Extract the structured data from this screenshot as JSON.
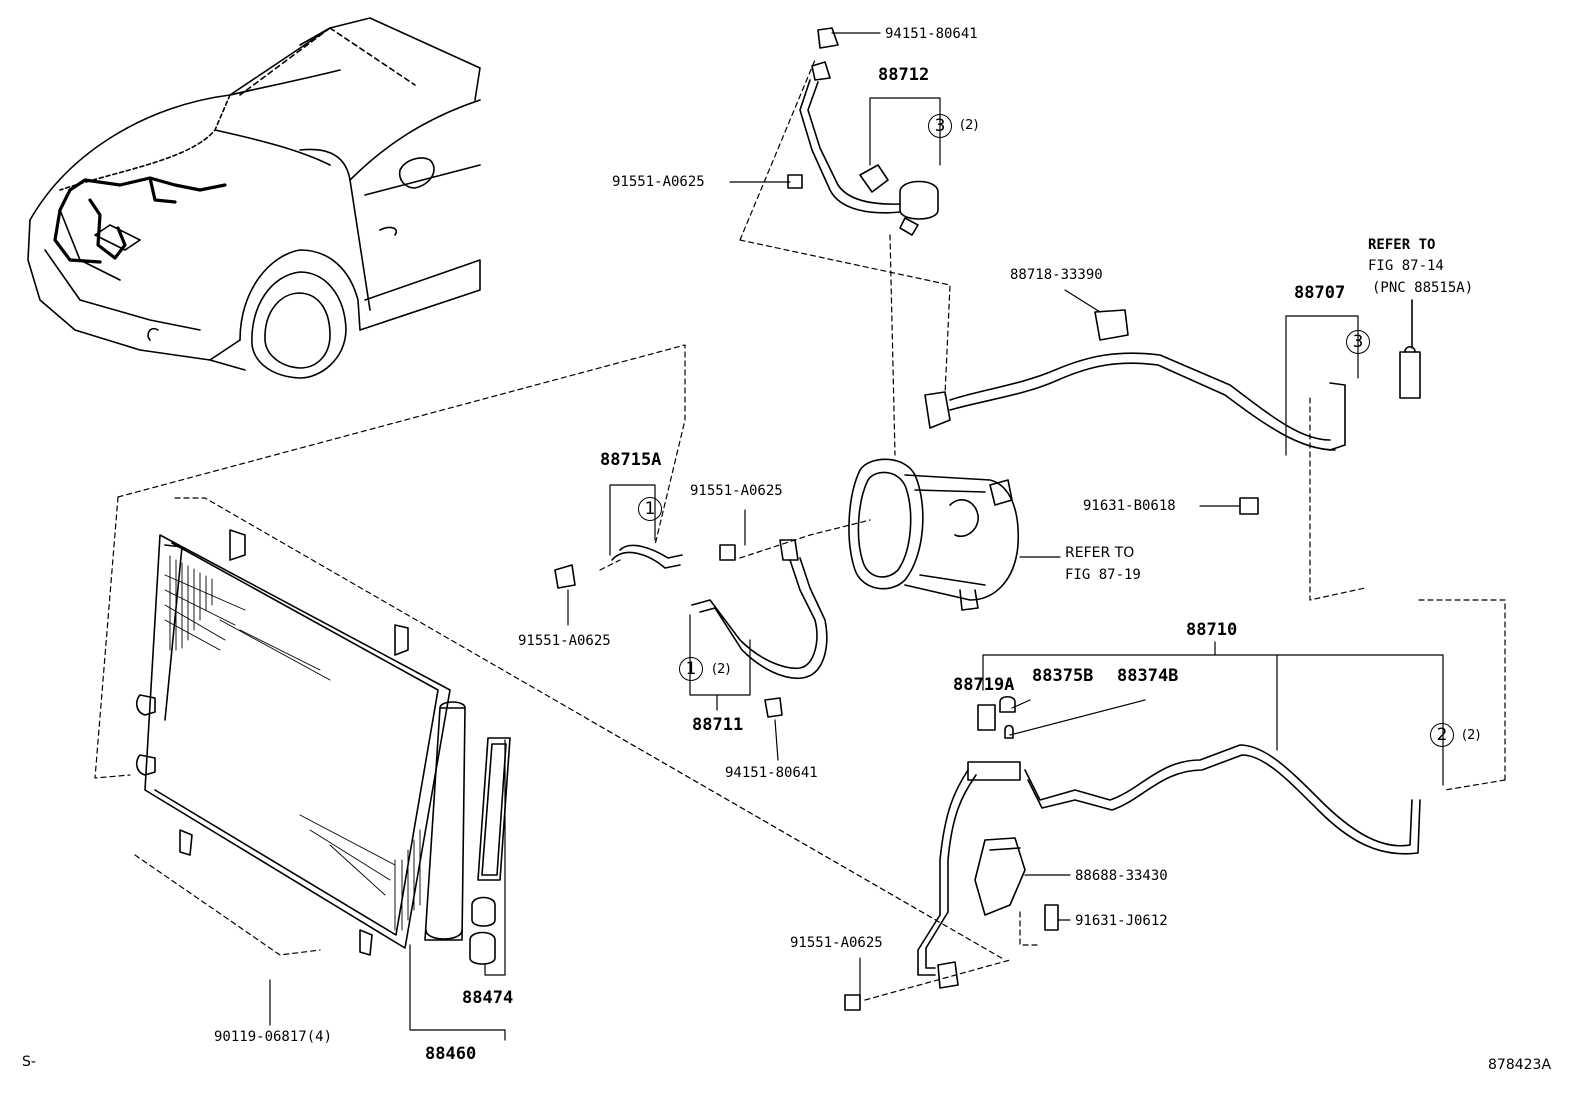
{
  "parts": {
    "p_94151_top": "94151-80641",
    "p_88712": "88712",
    "p_91551_top": "91551-A0625",
    "p_88718": "88718-33390",
    "p_88707": "88707",
    "p_88715A": "88715A",
    "p_91551_mid": "91551-A0625",
    "p_91551_left": "91551-A0625",
    "p_91631_B": "91631-B0618",
    "p_88711": "88711",
    "p_94151_mid": "94151-80641",
    "p_88710": "88710",
    "p_88719A": "88719A",
    "p_88375B": "88375B",
    "p_88374B": "88374B",
    "p_88688": "88688-33430",
    "p_91631_J": "91631-J0612",
    "p_91551_bot": "91551-A0625",
    "p_88474": "88474",
    "p_90119": "90119-06817(4)",
    "p_88460": "88460"
  },
  "refs": {
    "refer_to_1": "REFER TO",
    "fig_87_14": "FIG 87-14",
    "pnc_88515A": "(PNC 88515A)",
    "refer_to_2": "REFER TO",
    "fig_87_19": "FIG 87-19"
  },
  "callouts": {
    "c3_top": "3",
    "c3_top_qty": "(2)",
    "c3_right": "3",
    "c1_top": "1",
    "c1_bot": "1",
    "c1_bot_qty": "(2)",
    "c2": "2",
    "c2_qty": "(2)"
  },
  "footer": {
    "left_code": "S-",
    "fig_id": "878423A"
  },
  "colors": {
    "line": "#000000",
    "background": "#ffffff"
  }
}
